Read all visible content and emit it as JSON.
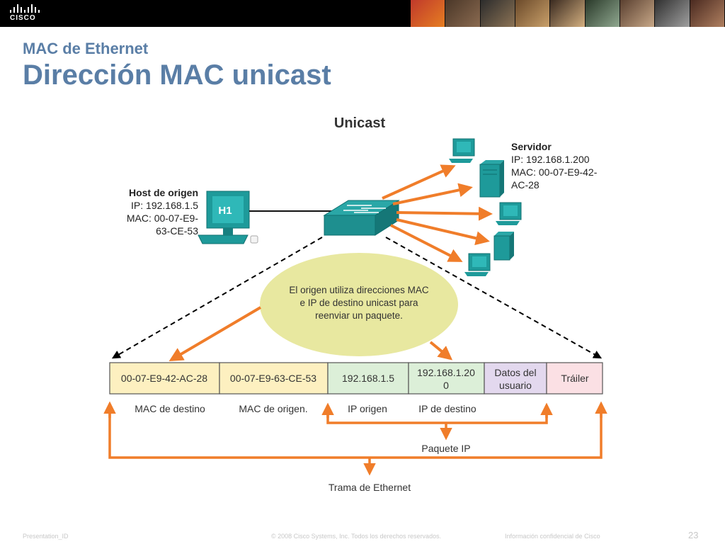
{
  "header": {
    "logo_text": "CISCO",
    "subtitle": "MAC de Ethernet",
    "title": "Dirección MAC unicast"
  },
  "diagram": {
    "heading": "Unicast",
    "source_host": {
      "label": "Host de origen",
      "ip": "IP: 192.168.1.5",
      "mac_line1": "MAC: 00-07-E9-",
      "mac_line2": "63-CE-53",
      "name": "H1"
    },
    "server": {
      "label": "Servidor",
      "ip": "IP: 192.168.1.200",
      "mac_line1": "MAC: 00-07-E9-42-",
      "mac_line2": "AC-28"
    },
    "bubble": {
      "line1": "El origen utiliza direcciones MAC",
      "line2": "e IP de destino unicast para",
      "line3": "reenviar un paquete."
    },
    "frame_cells": [
      "00-07-E9-42-AC-28",
      "00-07-E9-63-CE-53",
      "192.168.1.5",
      "192.168.1.20",
      "0",
      "Datos del",
      "usuario",
      "Tráiler"
    ],
    "field_labels": [
      "MAC de destino",
      "MAC de origen.",
      "IP origen",
      "IP de destino"
    ],
    "packet_label": "Paquete IP",
    "frame_label": "Trama de Ethernet",
    "colors": {
      "arrow": "#f07d2a",
      "device": "#1e9a9a",
      "bubble": "#e8e8a0",
      "mac": "#fdf0c0",
      "ip": "#dcefd8",
      "data": "#e3d8ee",
      "trailer": "#fbe0e4"
    }
  },
  "footer": {
    "presentation_id": "Presentation_ID",
    "copyright": "© 2008 Cisco Systems, Inc. Todos los derechos reservados.",
    "confidential": "Información confidencial de Cisco",
    "page_number": "23"
  }
}
